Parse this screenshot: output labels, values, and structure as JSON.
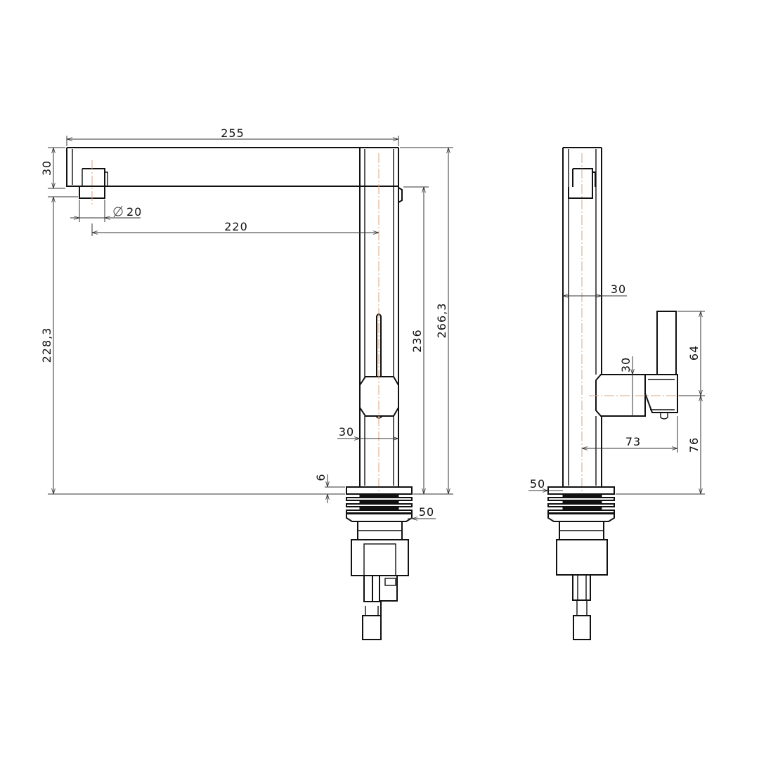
{
  "dimensions": {
    "front_width": "255",
    "spout_height": "30",
    "spout_diameter": "20",
    "spout_reach": "220",
    "front_height_outer": "266,3",
    "front_height_inner": "236",
    "spout_clearance": "228,3",
    "front_body_width": "30",
    "base_plate_thickness": "6",
    "front_base_diameter": "50",
    "side_body_width": "30",
    "lever_width": "30",
    "lever_height": "64",
    "lever_reach": "73",
    "lever_axis_height": "76",
    "side_base_diameter": "50"
  },
  "colors": {
    "lines": "#111111",
    "dimension_lines": "#333333",
    "centerlines": "#d9a47f",
    "background": "#ffffff"
  }
}
